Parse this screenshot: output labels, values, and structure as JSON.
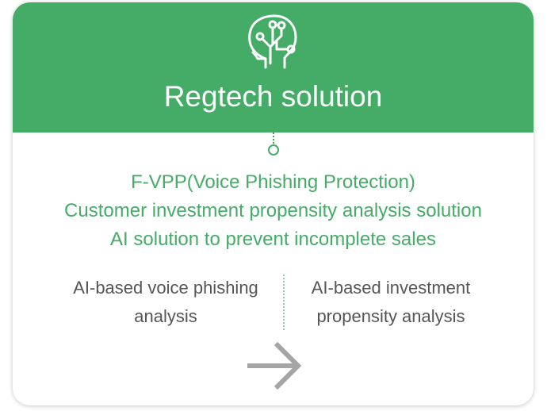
{
  "header": {
    "title": "Regtech solution",
    "icon": "brain-circuit-icon"
  },
  "solutions": [
    "F-VPP(Voice Phishing Protection)",
    "Customer investment propensity analysis solution",
    "AI solution to prevent incomplete sales"
  ],
  "features": {
    "left": {
      "line1": "AI-based voice phishing",
      "line2": "analysis"
    },
    "right": {
      "line1": "AI-based investment",
      "line2": "propensity analysis"
    }
  },
  "arrow_icon": "arrow-right-icon",
  "colors": {
    "accent": "#44ac67",
    "header_text": "#ffffff",
    "body_text": "#555555",
    "arrow": "#a6a6a6"
  }
}
